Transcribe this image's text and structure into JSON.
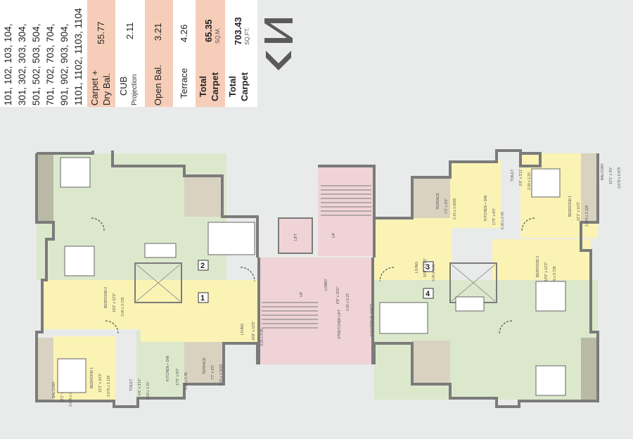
{
  "units_list": {
    "lines": [
      "101, 102, 103, 104,",
      "301, 302, 303, 304,",
      "501, 502, 503, 504,",
      "701, 702, 703, 704,",
      "901, 902, 903, 904,",
      "1101, 1102, 1103, 1104"
    ]
  },
  "areas": [
    {
      "label": "Carpet +",
      "label2": "Dry Bal.",
      "value": "55.77",
      "highlight": true
    },
    {
      "label": "CUB",
      "label2": "Projection",
      "value": "2.11",
      "highlight": false
    },
    {
      "label": "Open Bal.",
      "label2": "",
      "value": "3.21",
      "highlight": true
    },
    {
      "label": "Terrace",
      "label2": "",
      "value": "4.26",
      "highlight": false
    },
    {
      "label": "Total",
      "label2": "Carpet",
      "value": "65.35",
      "unit": "SQ.M.",
      "highlight": true
    },
    {
      "label": "Total",
      "label2": "Carpet",
      "value": "703.43",
      "unit": "SQ.FT.",
      "highlight": false
    }
  ],
  "colors": {
    "highlight": "#f6cdb8",
    "living": "#fbf3b4",
    "bedroom_green": "#dce8cc",
    "terrace": "#d9d2c0",
    "lobby": "#efd3d6",
    "wall": "#7b7b7b",
    "north": "#555555"
  },
  "plan": {
    "units": [
      "1",
      "2",
      "3",
      "4"
    ],
    "lift": "LIFT",
    "stretcher_lift": "STRETCHER LIFT",
    "electrical_duct": "ELECTRICAL DUCT",
    "up": "UP",
    "lobby": "LOBBY",
    "lobby_dims": "8'8\" x 20'6\"",
    "lobby_dims_m": "2.65 x 6.25",
    "living": "LIVING",
    "living_dims": "10'8\" x 13'3\"",
    "living_dims_m": "3.25 x 4.05",
    "kitchen": "KITCHEN + DIN",
    "kitchen_dims": "17'5\" x 8'0\"",
    "kitchen_dims_m": "5.30 x 2.45",
    "terrace": "TERRACE",
    "terrace_dims": "7'1\" x 6'5\"",
    "terrace_dims_m": "2.15 x 1.9625",
    "bedroom1": "BEDROOM 1",
    "bedroom1_dims": "12'1\" x 10'3\"",
    "bedroom1_dims_m": "3.675 x 3.125",
    "bedroom2": "BEDROOM 2",
    "bedroom2_dims": "10'0\" x 12'3\"",
    "bedroom2_dims_m": "3.05 x 3.725",
    "toilet": "TOILET",
    "toilet_dims": "6'6\" x 3'11\"",
    "toilet_dims_m": "2.00 x 1.20",
    "balcony": "BALCONY",
    "balcony_dims": "12'1\" x 3'0\"",
    "balcony_dims_m": "3.675 x 0.875"
  }
}
